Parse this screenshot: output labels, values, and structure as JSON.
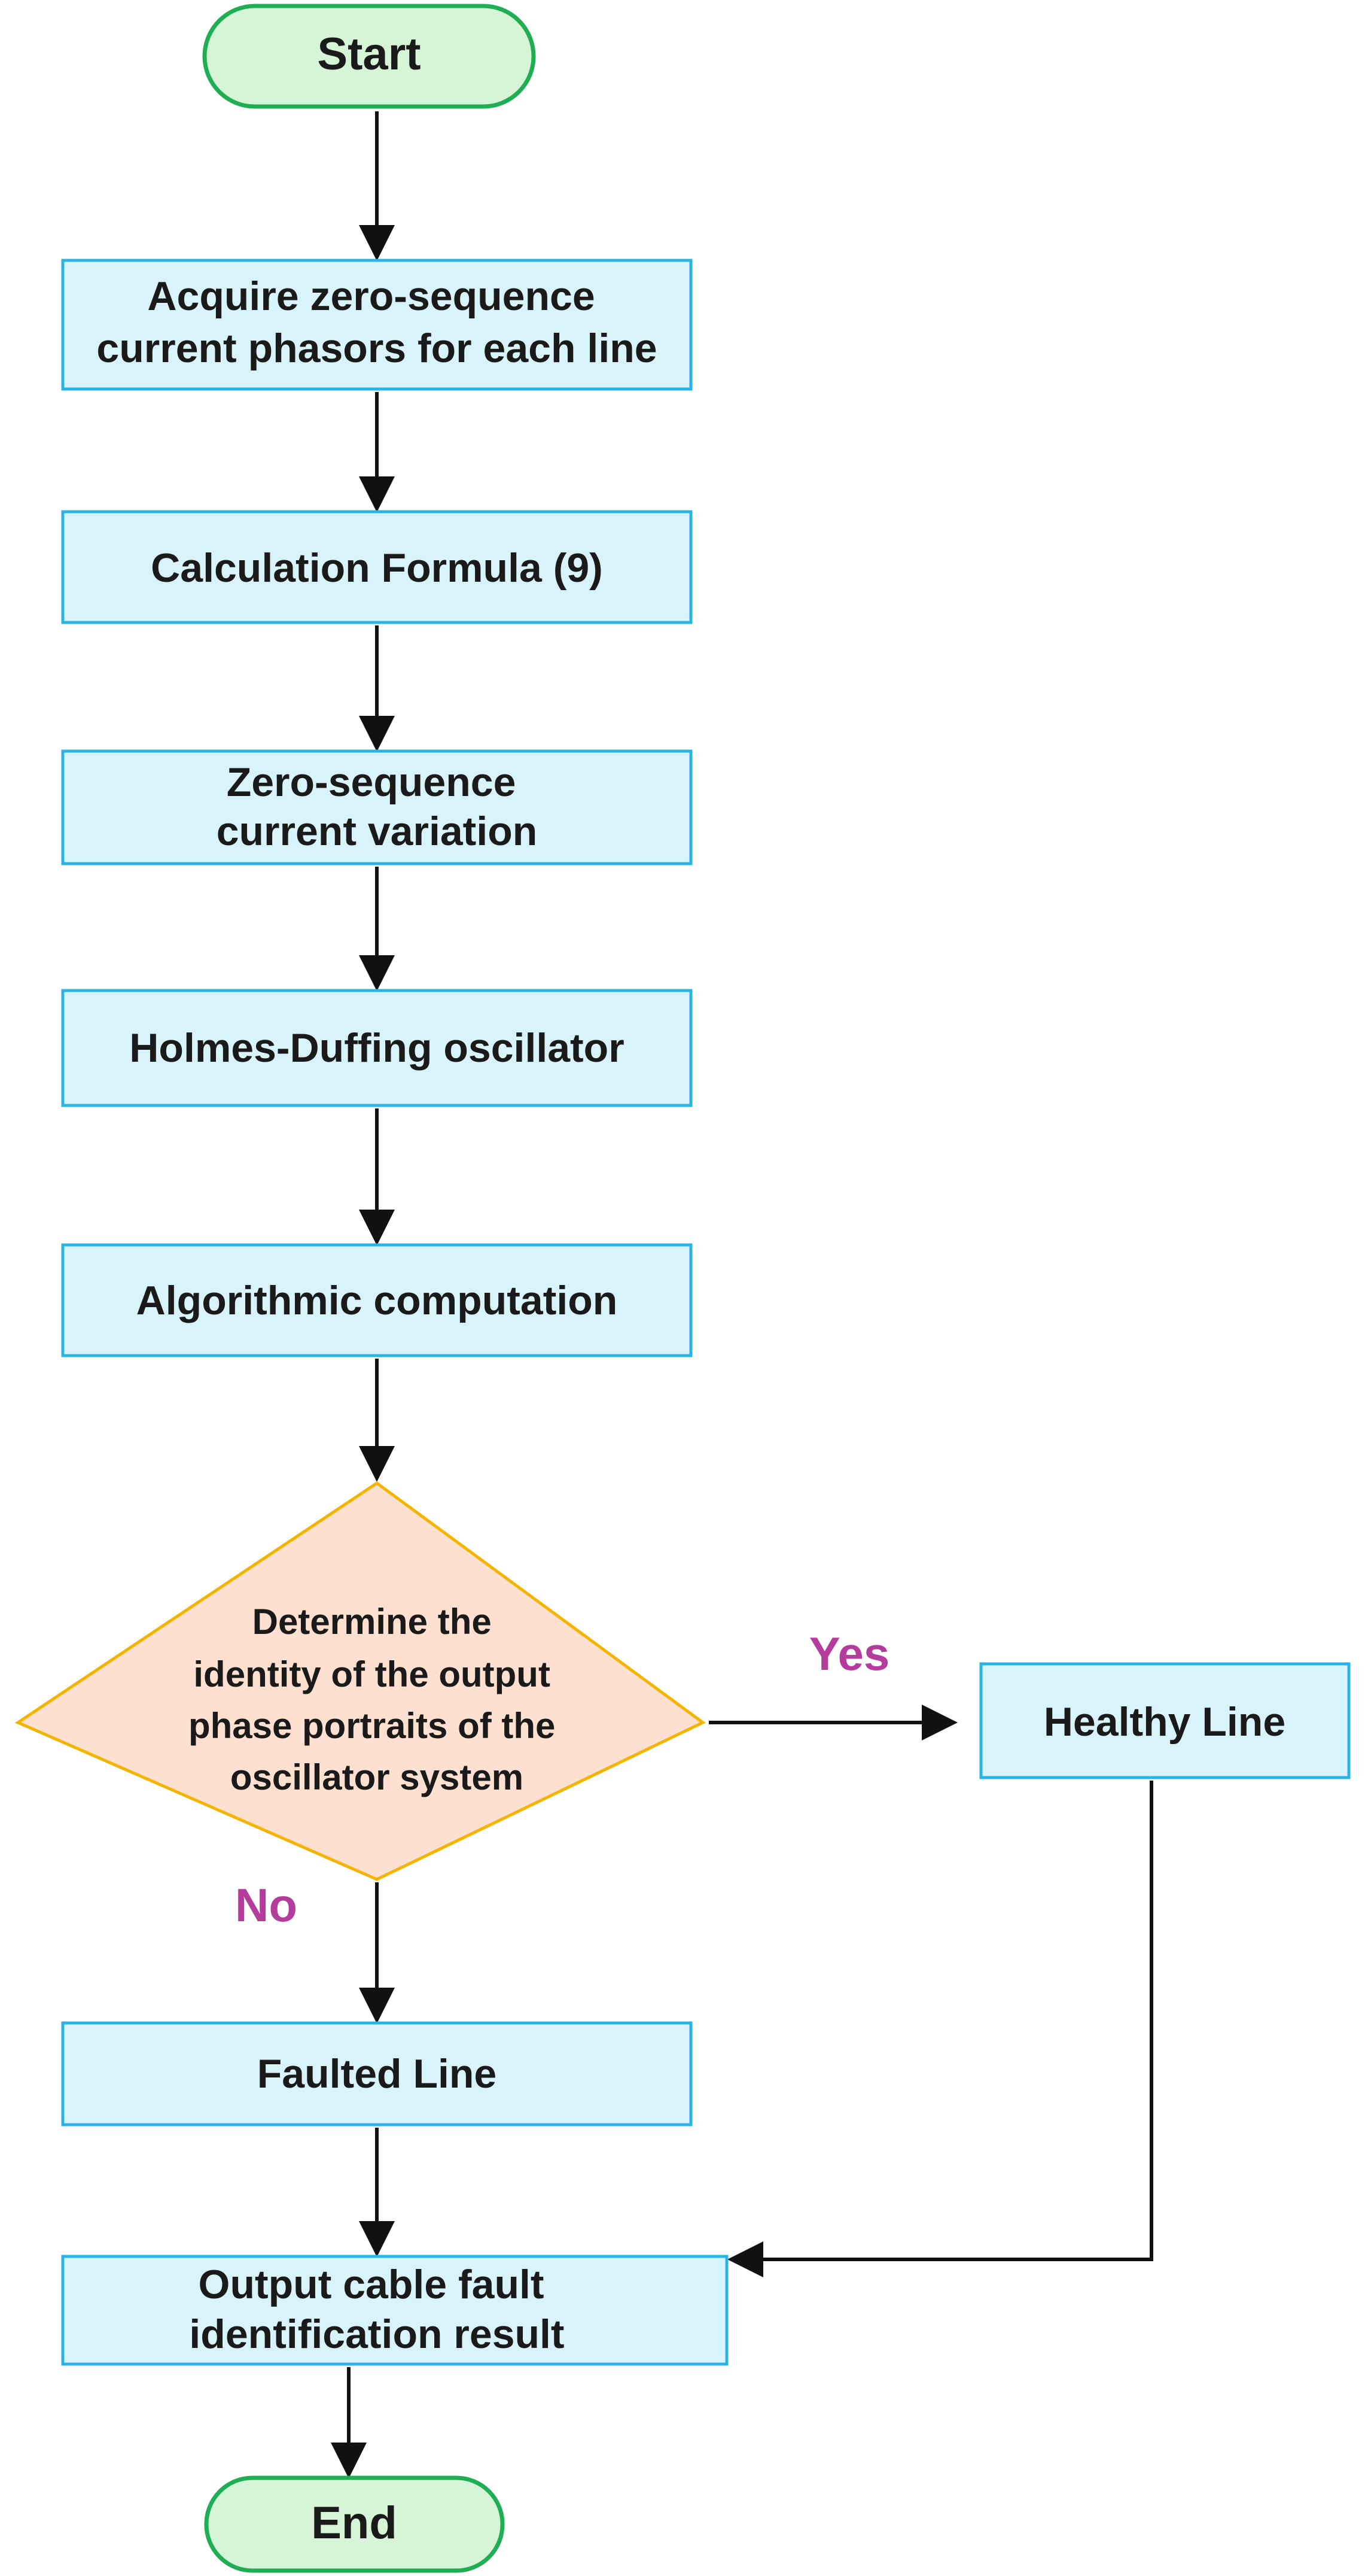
{
  "colors": {
    "terminal_fill": "#d6f5d6",
    "terminal_stroke": "#1fae53",
    "process_fill": "#d9f3fb",
    "process_stroke": "#2ab4e6",
    "decision_fill": "#fde0cf",
    "decision_stroke": "#f4b400",
    "branch_label": "#b43c9c",
    "arrow": "#111111"
  },
  "nodes": {
    "start": "Start",
    "acquire": [
      "Acquire zero-sequence",
      "current phasors for each line"
    ],
    "formula": "Calculation Formula (9)",
    "variation": [
      "Zero-sequence",
      "current variation"
    ],
    "oscillator": "Holmes-Duffing oscillator",
    "algorithm": "Algorithmic computation",
    "decision": [
      "Determine the",
      "identity of the output",
      "phase portraits of the",
      "oscillator system"
    ],
    "healthy": "Healthy Line",
    "faulted": "Faulted Line",
    "output": [
      "Output cable fault",
      "identification result"
    ],
    "end": "End"
  },
  "branches": {
    "yes": "Yes",
    "no": "No"
  }
}
